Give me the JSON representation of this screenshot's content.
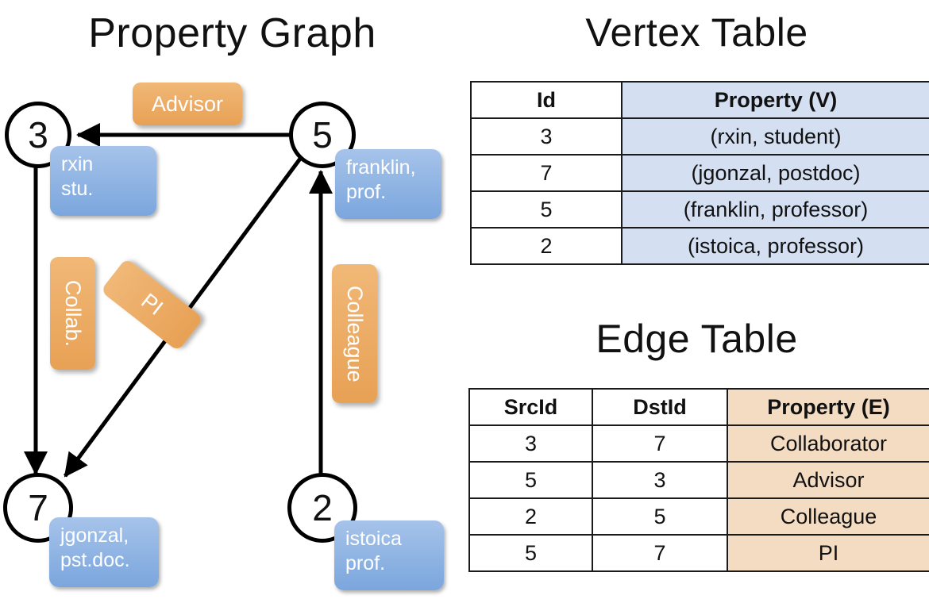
{
  "titles": {
    "property_graph": "Property Graph",
    "vertex_table": "Vertex Table",
    "edge_table": "Edge Table"
  },
  "colors": {
    "vertex_property_fill": "#d4dff2",
    "edge_property_fill": "#f4dcc3",
    "vertex_box_fill": "#7ba6dd",
    "edge_label_fill": "#e8a155",
    "stroke": "#000000"
  },
  "graph": {
    "nodes": [
      {
        "id": "3",
        "property_line1": "rxin",
        "property_line2": "stu."
      },
      {
        "id": "5",
        "property_line1": "franklin,",
        "property_line2": "prof."
      },
      {
        "id": "7",
        "property_line1": "jgonzal,",
        "property_line2": "pst.doc."
      },
      {
        "id": "2",
        "property_line1": "istoica",
        "property_line2": "prof."
      }
    ],
    "edge_labels": [
      {
        "label": "Advisor",
        "from": "5",
        "to": "3"
      },
      {
        "label": "Collab.",
        "from": "3",
        "to": "7"
      },
      {
        "label": "PI",
        "from": "5",
        "to": "7"
      },
      {
        "label": "Colleague",
        "from": "2",
        "to": "5"
      }
    ]
  },
  "vertex_table": {
    "headers": [
      "Id",
      "Property (V)"
    ],
    "rows": [
      {
        "id": "3",
        "property": "(rxin, student)"
      },
      {
        "id": "7",
        "property": "(jgonzal, postdoc)"
      },
      {
        "id": "5",
        "property": "(franklin, professor)"
      },
      {
        "id": "2",
        "property": "(istoica, professor)"
      }
    ]
  },
  "edge_table": {
    "headers": [
      "SrcId",
      "DstId",
      "Property (E)"
    ],
    "rows": [
      {
        "src": "3",
        "dst": "7",
        "property": "Collaborator"
      },
      {
        "src": "5",
        "dst": "3",
        "property": "Advisor"
      },
      {
        "src": "2",
        "dst": "5",
        "property": "Colleague"
      },
      {
        "src": "5",
        "dst": "7",
        "property": "PI"
      }
    ]
  }
}
